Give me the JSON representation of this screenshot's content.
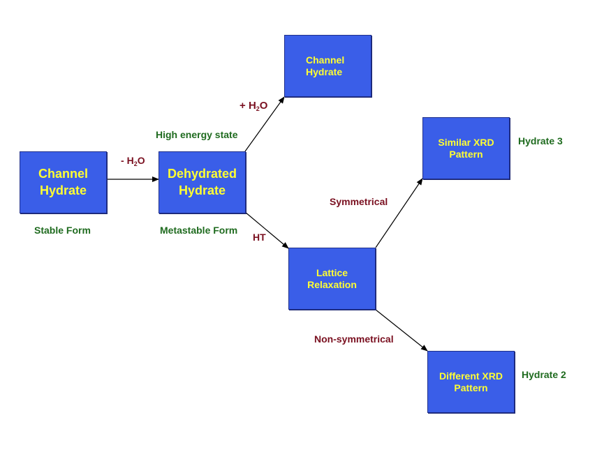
{
  "nodes": {
    "channel_hydrate_stable": [
      "Channel",
      "Hydrate"
    ],
    "dehydrated_hydrate": [
      "Dehydrated",
      "Hydrate"
    ],
    "channel_hydrate_top": [
      "Channel",
      "Hydrate"
    ],
    "lattice_relaxation": [
      "Lattice",
      "Relaxation"
    ],
    "similar_xrd": [
      "Similar XRD",
      "Pattern"
    ],
    "different_xrd": [
      "Different XRD",
      "Pattern"
    ]
  },
  "state_labels": {
    "stable_form": "Stable Form",
    "metastable_form": "Metastable Form",
    "high_energy_state": "High energy state",
    "hydrate_3": "Hydrate 3",
    "hydrate_2": "Hydrate 2"
  },
  "edge_labels": {
    "minus_water": {
      "sign": "- ",
      "h": "H",
      "sub": "2",
      "o": "O"
    },
    "plus_water": {
      "sign": "+ ",
      "h": "H",
      "sub": "2",
      "o": "O"
    },
    "ht": "HT",
    "symmetrical": "Symmetrical",
    "non_symmetrical": "Non-symmetrical"
  },
  "colors": {
    "box_fill": "#3a5ee8",
    "box_text": "#ffff33",
    "green_label": "#1f6b1f",
    "maroon_label": "#7a1020"
  }
}
